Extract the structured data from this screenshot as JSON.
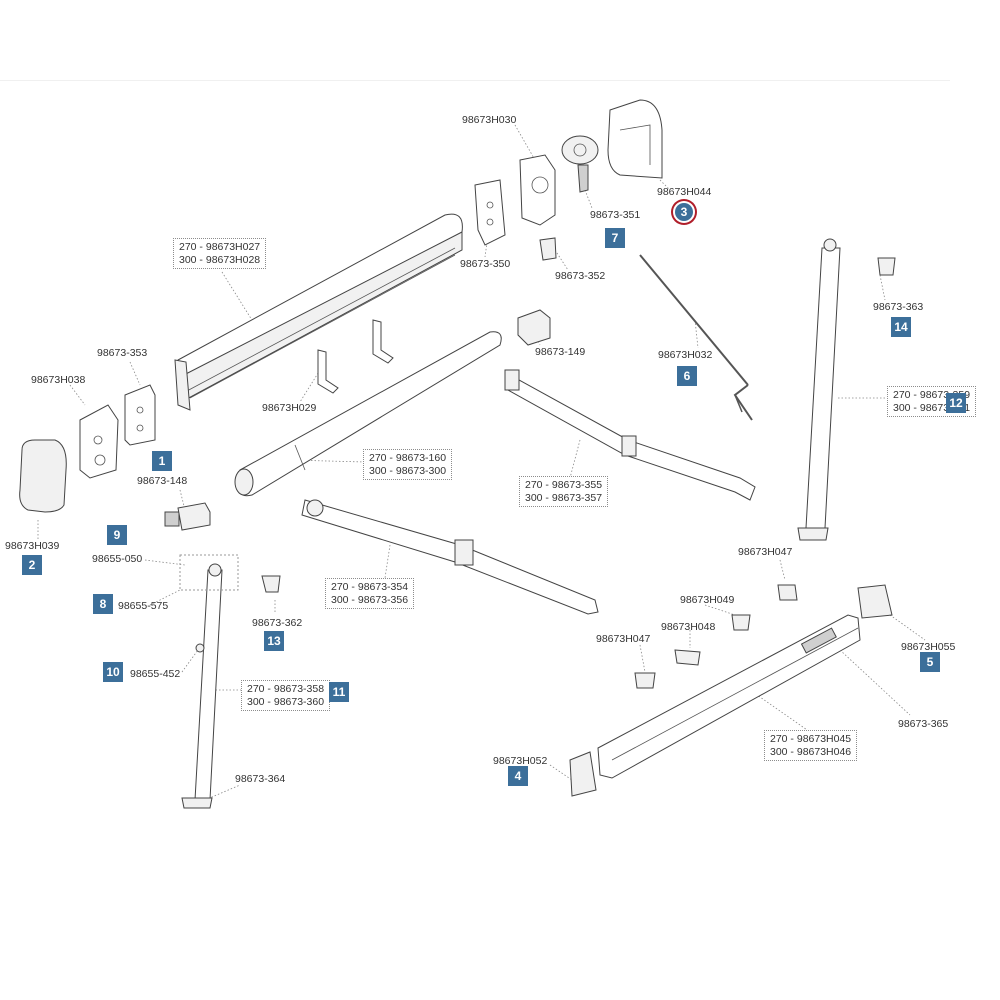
{
  "parts": {
    "p_98673H030": "98673H030",
    "p_98673H044": "98673H044",
    "p_98673_351": "98673-351",
    "p_98673_350": "98673-350",
    "p_98673_352": "98673-352",
    "p_98673_363": "98673-363",
    "p_98673_149": "98673-149",
    "p_98673H032": "98673H032",
    "p_98673_353": "98673-353",
    "p_98673H038": "98673H038",
    "p_98673H029": "98673H029",
    "p_98673_148": "98673-148",
    "p_98673H039": "98673H039",
    "p_98655_050": "98655-050",
    "p_98655_575": "98655-575",
    "p_98673_362": "98673-362",
    "p_98655_452": "98655-452",
    "p_98673_364": "98673-364",
    "p_98673H047_a": "98673H047",
    "p_98673H049": "98673H049",
    "p_98673H048": "98673H048",
    "p_98673H047_b": "98673H047",
    "p_98673H055": "98673H055",
    "p_98673_365": "98673-365",
    "p_98673H052": "98673H052"
  },
  "boxes": {
    "b_main_profile": [
      "270 - 98673H027",
      "300 - 98673H028"
    ],
    "b_roller_tube": [
      "270 - 98673-160",
      "300 - 98673-300"
    ],
    "b_upper_arm": [
      "270 - 98673-355",
      "300 - 98673-357"
    ],
    "b_lower_arm": [
      "270 - 98673-354",
      "300 - 98673-356"
    ],
    "b_left_leg": [
      "270 - 98673-358",
      "300 - 98673-360"
    ],
    "b_right_leg": [
      "270 - 98673-359",
      "300 - 98673-361"
    ],
    "b_front_bar": [
      "270 - 98673H045",
      "300 - 98673H046"
    ]
  },
  "badges": {
    "n1": "1",
    "n2": "2",
    "n3": "3",
    "n4": "4",
    "n5": "5",
    "n6": "6",
    "n7": "7",
    "n8": "8",
    "n9": "9",
    "n10": "10",
    "n11": "11",
    "n12": "12",
    "n13": "13",
    "n14": "14"
  },
  "colors": {
    "badge": "#3c6f9a",
    "selected_ring": "#b01e2a",
    "line": "#444444"
  }
}
